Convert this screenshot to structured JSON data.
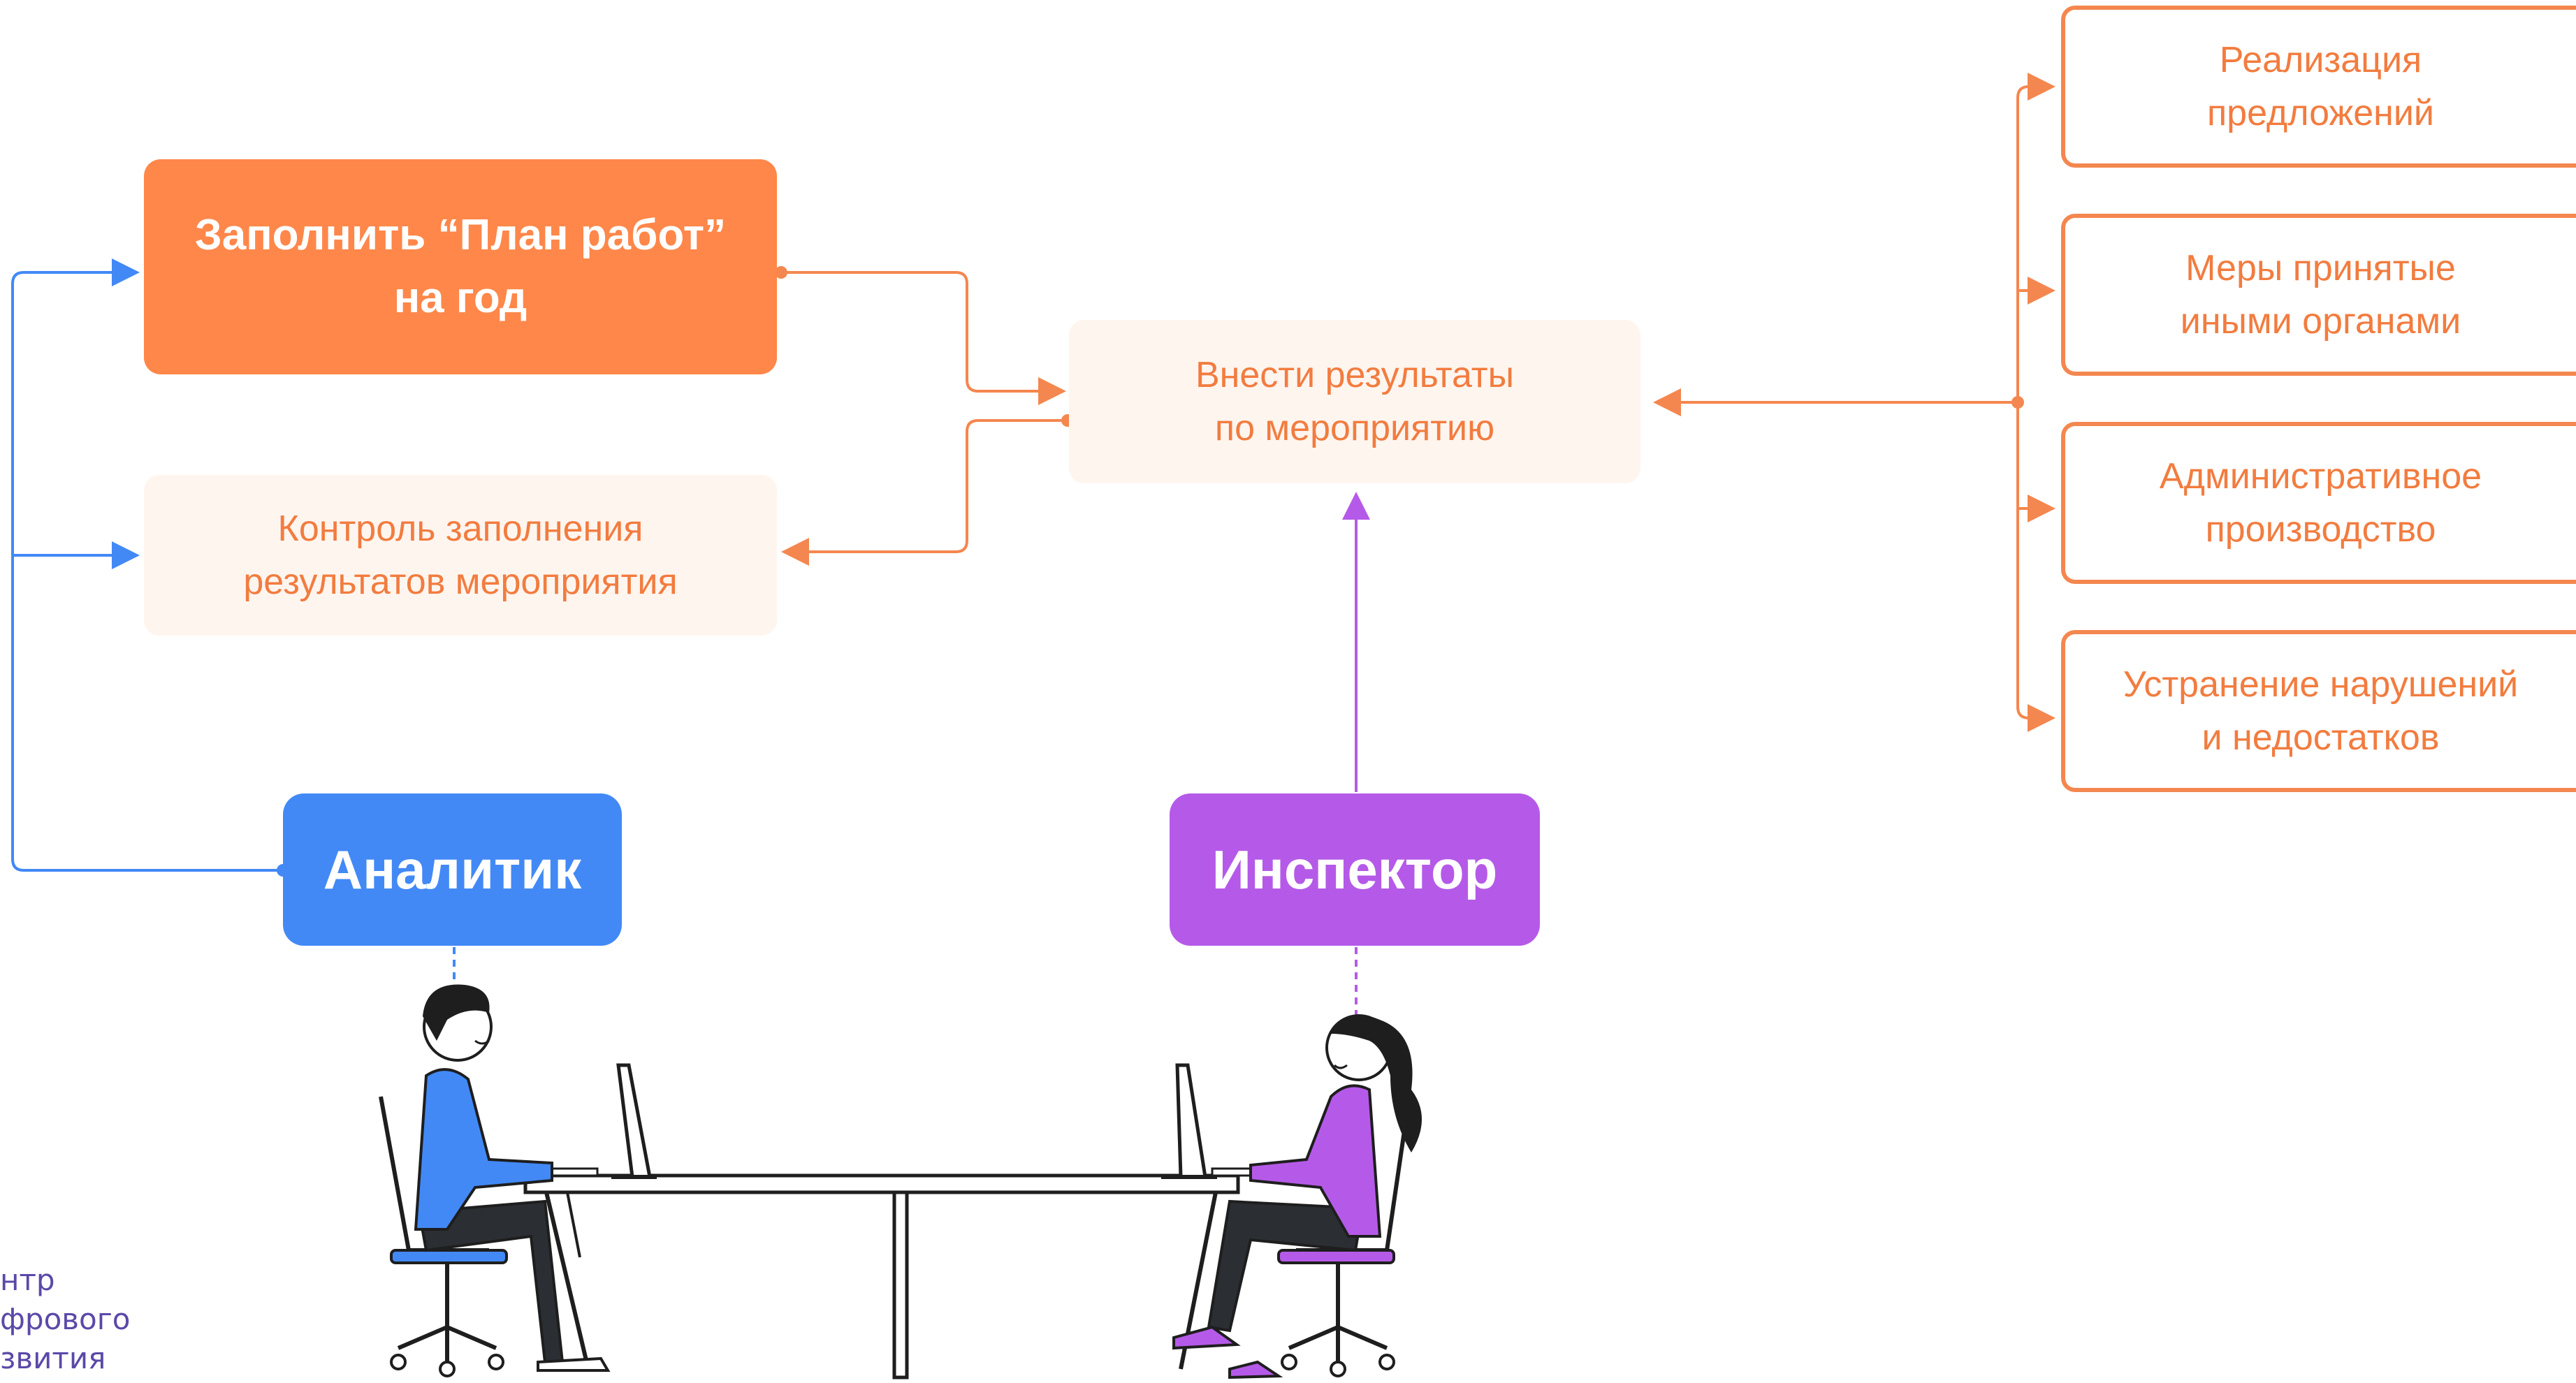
{
  "boxes": {
    "plan": {
      "line1": "Заполнить “План работ”",
      "line2": "на год"
    },
    "control": {
      "line1": "Контроль заполнения",
      "line2": "результатов мероприятия"
    },
    "results": {
      "line1": "Внести результаты",
      "line2": "по мероприятию"
    }
  },
  "outcomes": [
    {
      "line1": "Реализация",
      "line2": "предложений"
    },
    {
      "line1": "Меры принятые",
      "line2": "иными органами"
    },
    {
      "line1": "Административное",
      "line2": "производство"
    },
    {
      "line1": "Устранение нарушений",
      "line2": "и недостатков"
    }
  ],
  "roles": {
    "analyst": "Аналитик",
    "inspector": "Инспектор"
  },
  "logo": {
    "line1": "нтр",
    "line2": "фрового",
    "line3": "звития"
  },
  "colors": {
    "orange": "#ff874a",
    "orange_text": "#f27c3f",
    "soft_orange": "#fff5ef",
    "blue": "#4289f6",
    "purple": "#b55ae8"
  }
}
